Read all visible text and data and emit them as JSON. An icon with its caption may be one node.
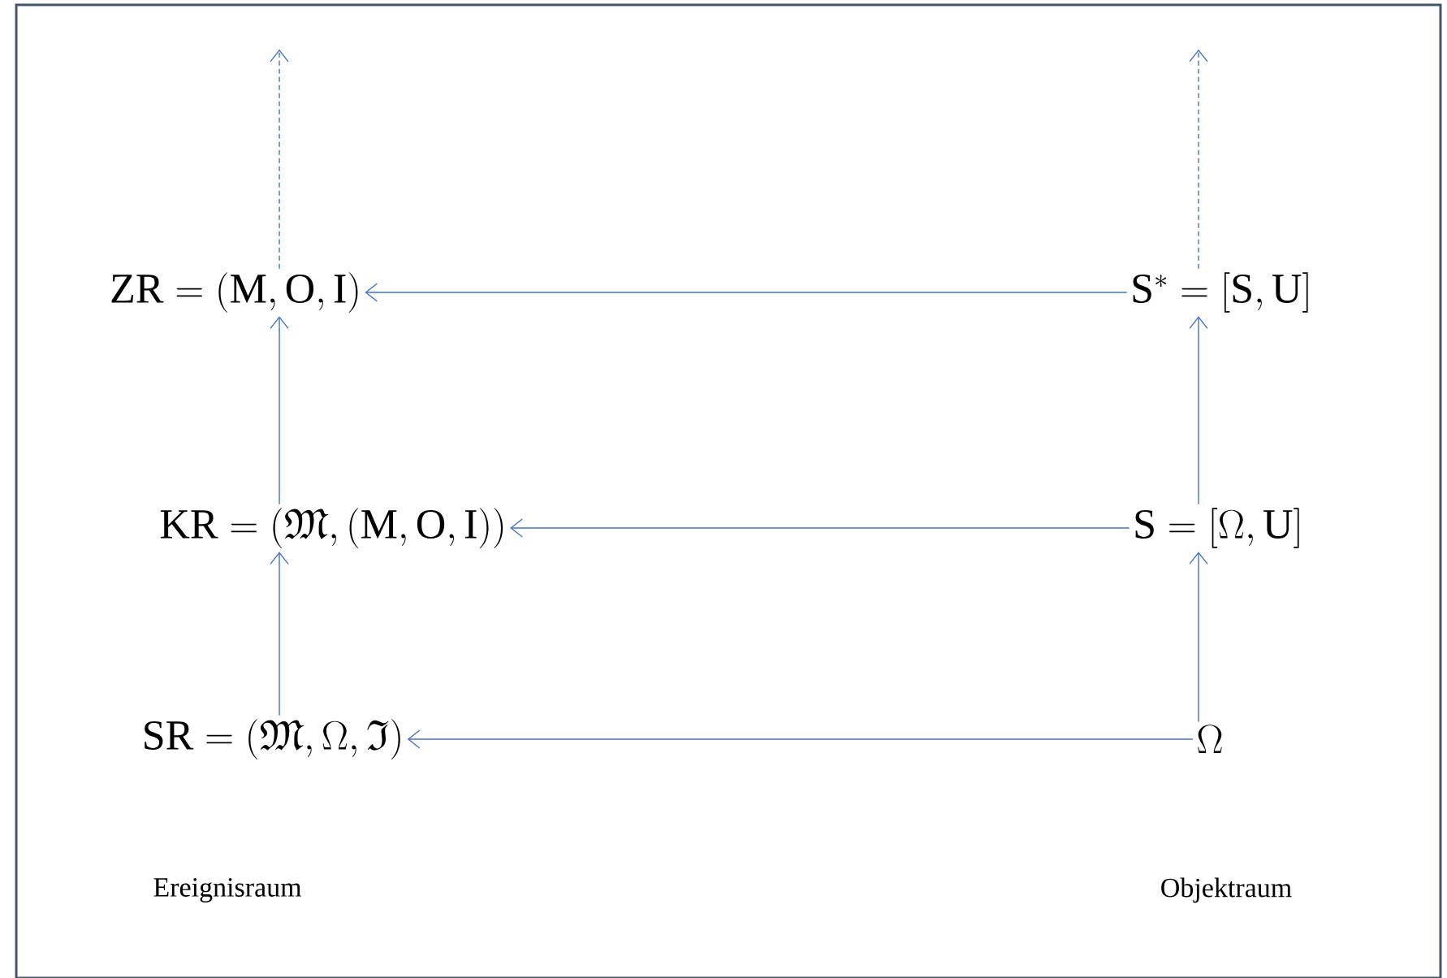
{
  "diagram": {
    "nodes": [
      {
        "text": [
          "\\mathrm{ZR} = (\\mathrm{M}, \\mathrm{O}, \\mathrm{I})"
        ]
      },
      {
        "text": [
          "\\mathrm{S}^{*} = [\\mathrm{S}, \\mathrm{U}]"
        ]
      },
      {
        "text": [
          "\\mathrm{KR} = (\\mathfrak{M}, (\\mathrm{M}, \\mathrm{O}, \\mathrm{I}))"
        ]
      },
      {
        "text": [
          "\\mathrm{S} = [\\Omega, \\mathrm{U}]"
        ]
      },
      {
        "text": [
          "\\mathrm{SR} = (\\mathfrak{M}, \\Omega, \\mathfrak{I})"
        ]
      },
      {
        "text": [
          "\\Omega"
        ]
      }
    ],
    "edges": [
      {
        "from": 0,
        "to": null,
        "arrow": "to",
        "style": "dashed"
      },
      {
        "from": 1,
        "to": null,
        "arrow": "to",
        "style": "dashed"
      },
      {
        "from": 1,
        "to": 0,
        "arrow": "to"
      },
      {
        "from": 3,
        "to": 2,
        "arrow": "to"
      },
      {
        "from": 5,
        "to": 4,
        "arrow": "to"
      },
      {
        "from": 2,
        "to": 0,
        "arrow": "to"
      },
      {
        "from": 4,
        "to": 2,
        "arrow": "to"
      },
      {
        "from": 3,
        "to": 1,
        "arrow": "to"
      },
      {
        "from": 5,
        "to": 3,
        "arrow": "to"
      }
    ],
    "labels": [
      "Ereignisraum",
      "Objektraum"
    ]
  }
}
